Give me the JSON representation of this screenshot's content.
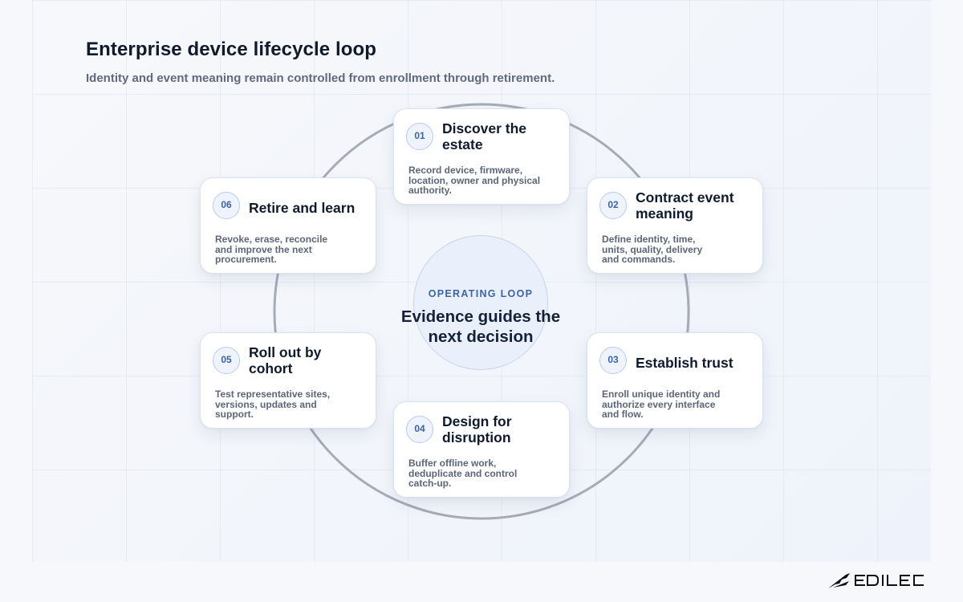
{
  "header": {
    "title": "Enterprise device lifecycle loop",
    "subtitle": "Identity and event meaning remain controlled from enrollment through retirement."
  },
  "center": {
    "kicker": "OPERATING LOOP",
    "main": "Evidence guides the next decision"
  },
  "steps": [
    {
      "number": "01",
      "title": "Discover the estate",
      "body": "Record device, firmware, location, owner and physical authority."
    },
    {
      "number": "02",
      "title": "Contract event meaning",
      "body": "Define identity, time, units, quality, delivery and commands."
    },
    {
      "number": "03",
      "title": "Establish trust",
      "body": "Enroll unique identity and authorize every interface and flow."
    },
    {
      "number": "04",
      "title": "Design for disruption",
      "body": "Buffer offline work, deduplicate and control catch-up."
    },
    {
      "number": "05",
      "title": "Roll out by cohort",
      "body": "Test representative sites, versions, updates and support."
    },
    {
      "number": "06",
      "title": "Retire and learn",
      "body": "Revoke, erase, reconcile and improve the next procurement."
    }
  ],
  "brand": {
    "logo_text": "EDILEC",
    "logo_color": "#111111"
  },
  "colors": {
    "accent": "#3d63a8",
    "loop_ring": "#a5acb8",
    "card_border": "#dbe3ee"
  }
}
